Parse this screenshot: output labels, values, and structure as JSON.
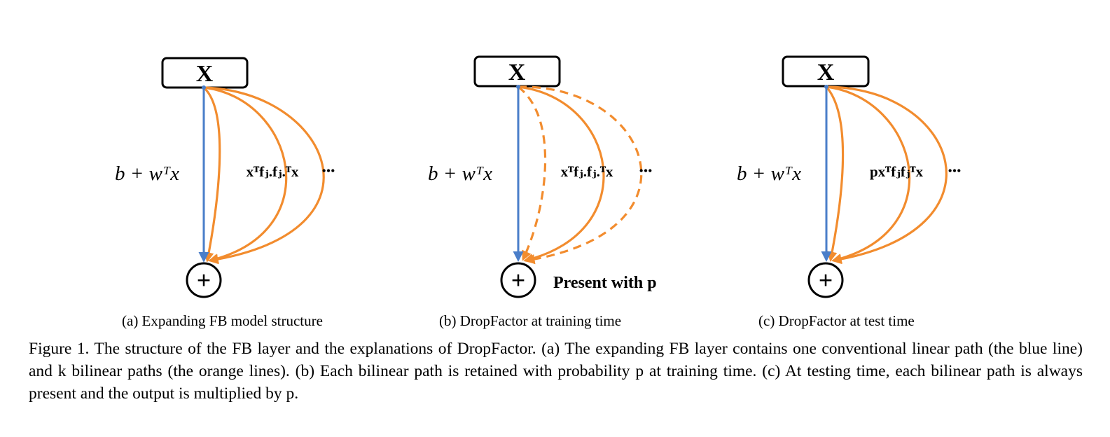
{
  "figure": {
    "panels": [
      {
        "id": "a",
        "input_label": "X",
        "linear_label": "b + wᵀx",
        "bilinear_label": "xᵀfⱼ.fⱼ.ᵀx",
        "ellipsis": "•••",
        "sum_symbol": "+",
        "subcaption": "(a) Expanding FB model structure"
      },
      {
        "id": "b",
        "input_label": "X",
        "linear_label": "b + wᵀx",
        "bilinear_label": "xᵀfⱼ.fⱼ.ᵀx",
        "ellipsis": "•••",
        "sum_symbol": "+",
        "note": "Present with p",
        "subcaption": "(b) DropFactor at training time"
      },
      {
        "id": "c",
        "input_label": "X",
        "linear_label": "b + wᵀx",
        "bilinear_label": "pxᵀfⱼfⱼᵀx",
        "ellipsis": "•••",
        "sum_symbol": "+",
        "subcaption": "(c) DropFactor at test time"
      }
    ],
    "caption": "Figure 1. The structure of the FB layer and the explanations of DropFactor. (a) The expanding FB layer contains one conventional linear path (the blue line) and k bilinear paths (the orange lines). (b) Each bilinear path is retained with probability p at training time. (c) At testing time, each bilinear path is always present and the output is multiplied by p."
  },
  "colors": {
    "linear_path": "#4a7ec9",
    "bilinear_path": "#f28c2e",
    "outline": "#000000"
  }
}
